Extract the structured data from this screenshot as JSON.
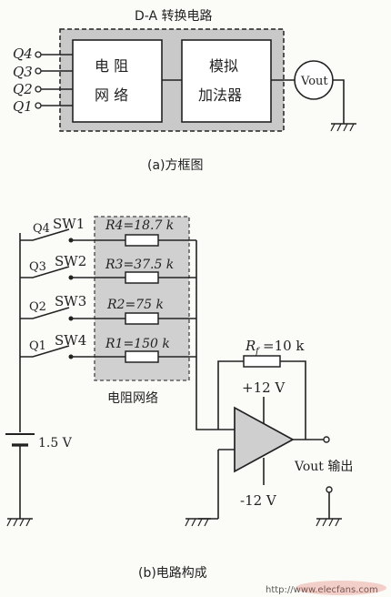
{
  "block": {
    "title": "D-A 转换电路",
    "inputs": [
      "Q4",
      "Q3",
      "Q2",
      "Q1"
    ],
    "network": [
      "电 阻",
      "网 络"
    ],
    "adder": [
      "模拟",
      "加法器"
    ],
    "meter": "Vout",
    "caption": "(a)方框图"
  },
  "circuit": {
    "rows": [
      {
        "q": "Q4",
        "sw": "SW1",
        "r": "R4=18.7 k"
      },
      {
        "q": "Q3",
        "sw": "SW2",
        "r": "R3=37.5 k"
      },
      {
        "q": "Q2",
        "sw": "SW3",
        "r": "R2=75 k"
      },
      {
        "q": "Q1",
        "sw": "SW4",
        "r": "R1=150 k"
      }
    ],
    "network_label": "电阻网络",
    "rf": "=10 k",
    "rf_symbol": "R",
    "rf_sub": "f",
    "vplus": "+12 V",
    "vminus": "-12 V",
    "battery": "1.5 V",
    "output": "Vout 输出",
    "caption": "(b)电路构成"
  },
  "watermark": "http://www.elecfans.com"
}
